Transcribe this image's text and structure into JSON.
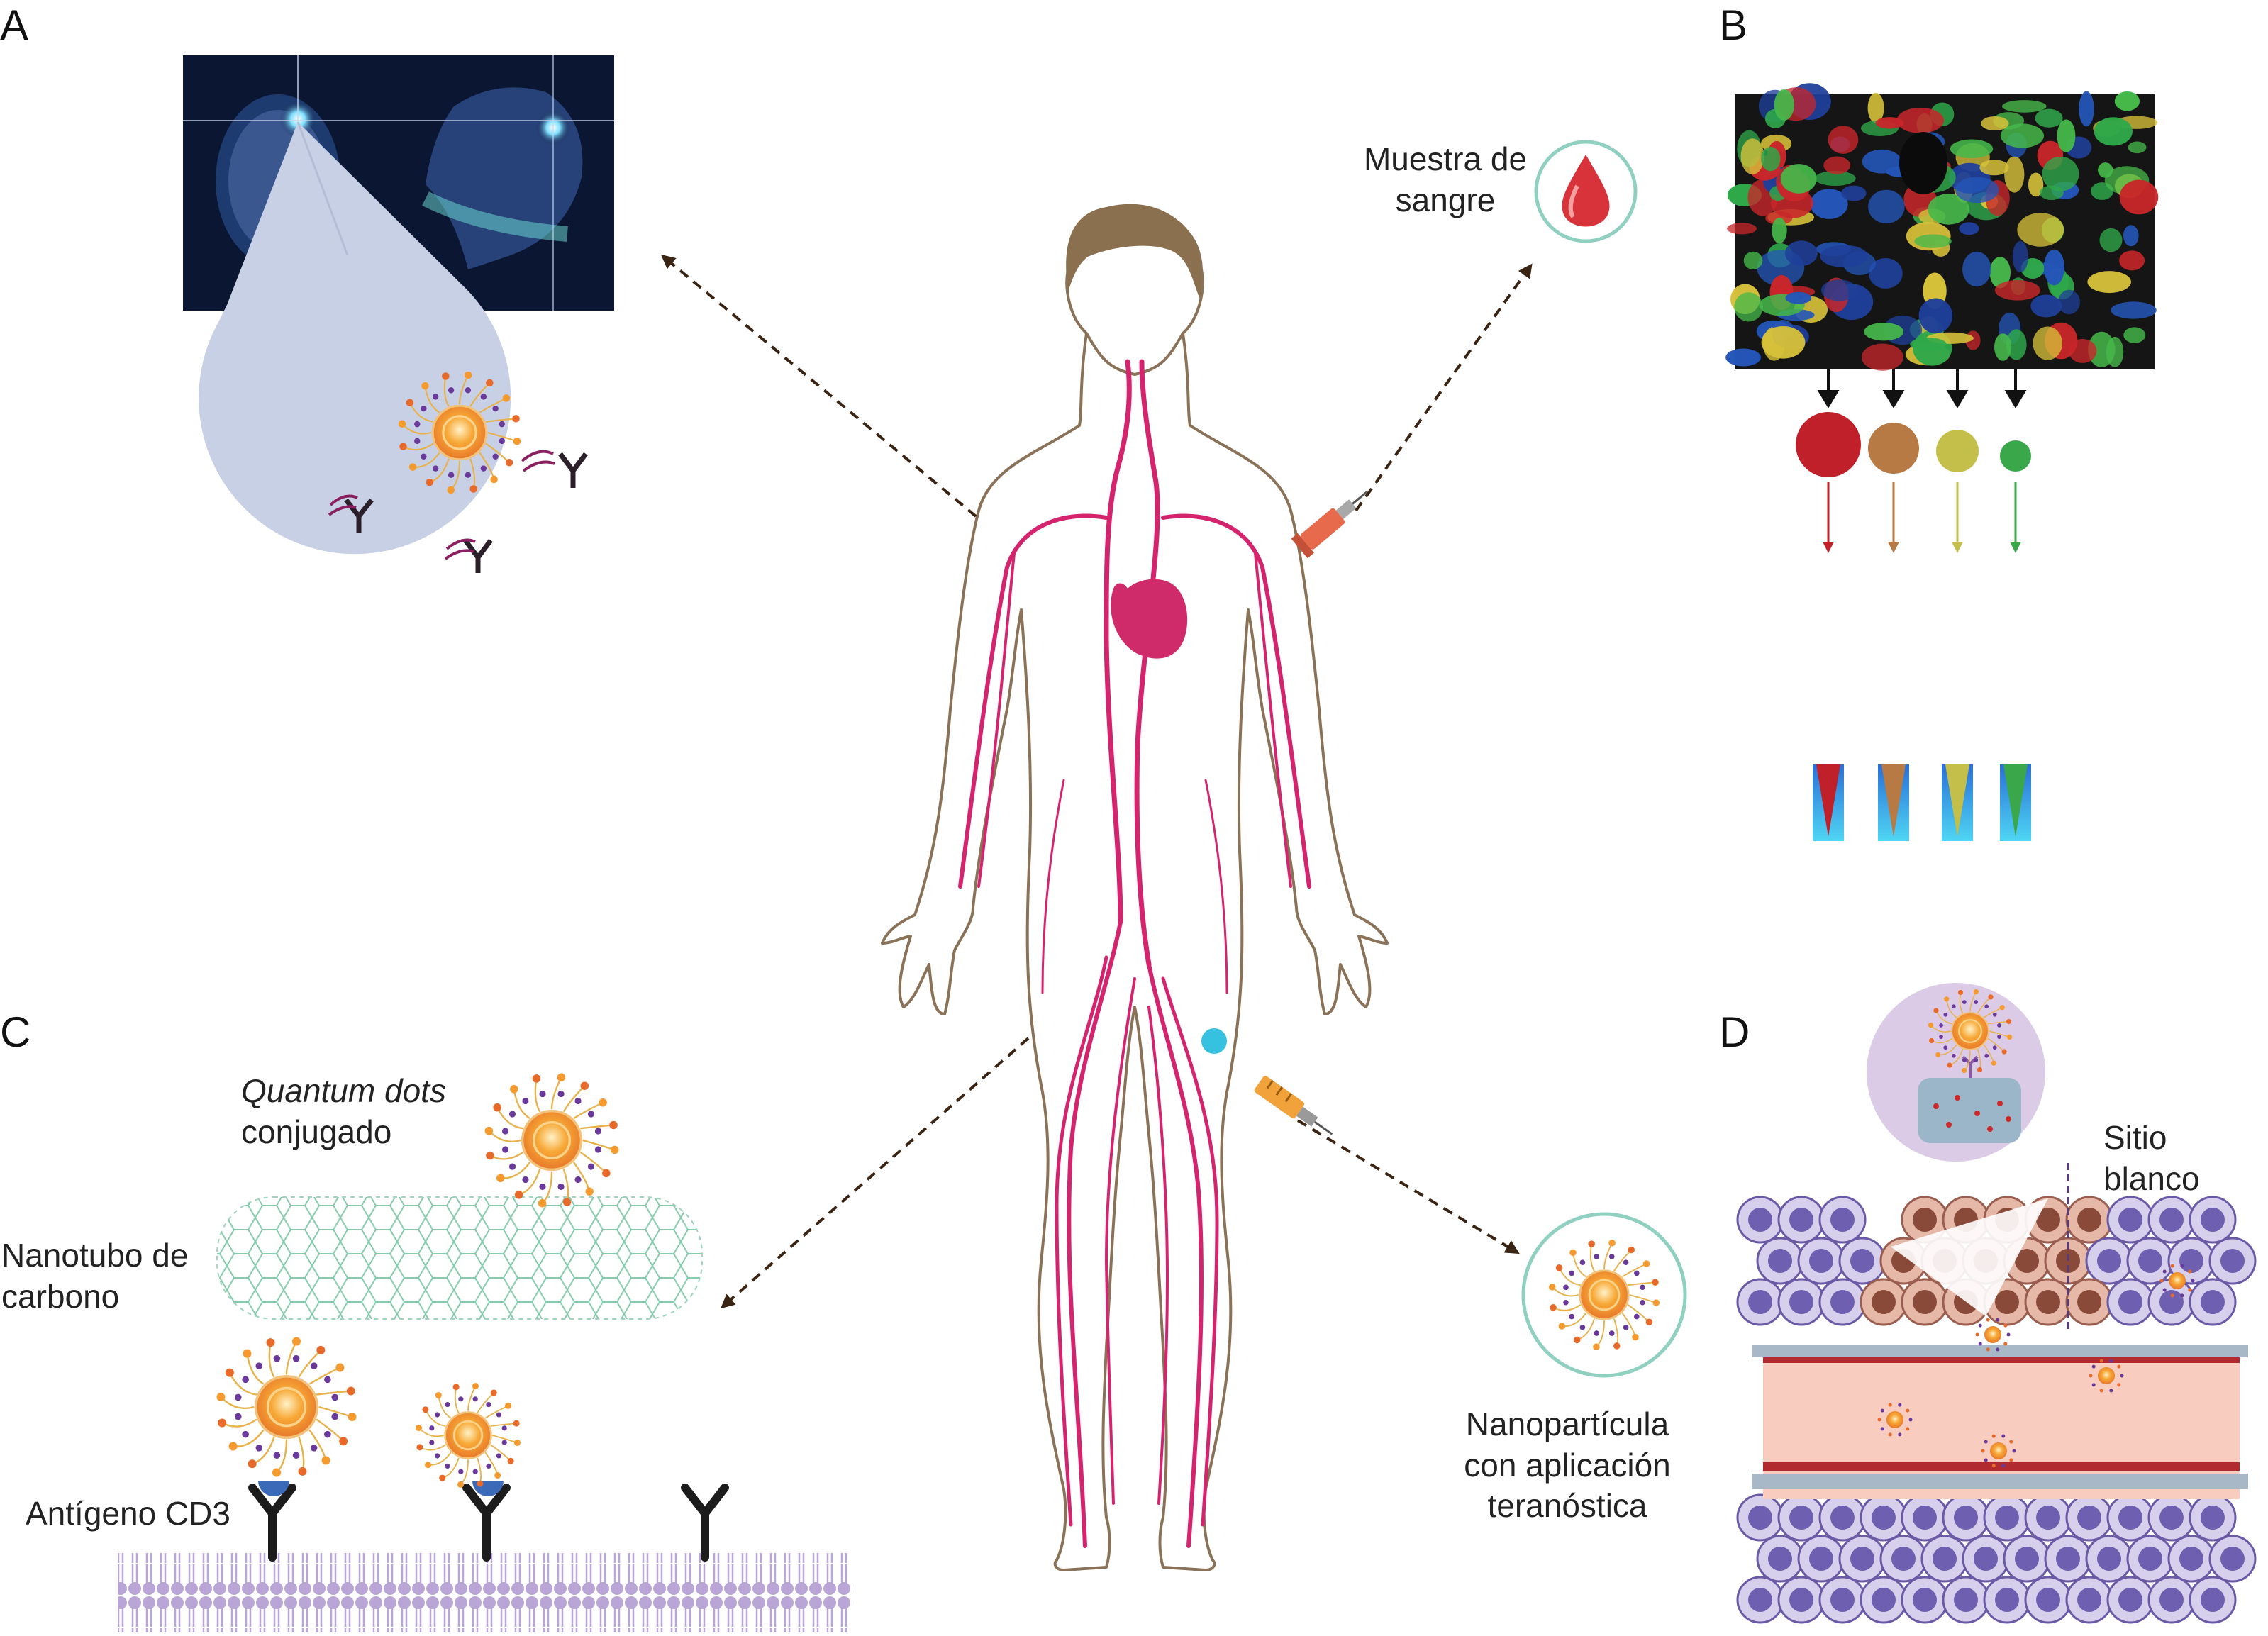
{
  "panels": {
    "a": "A",
    "b": "B",
    "c": "C",
    "d": "D"
  },
  "labels": {
    "blood_sample_l1": "Muestra de",
    "blood_sample_l2": "sangre",
    "quantum_l1": "Quantum dots",
    "quantum_l2": "conjugado",
    "nanotube_l1": "Nanotubo de",
    "nanotube_l2": "carbono",
    "antigen": "Antígeno CD3",
    "nanoparticle_l1": "Nanopartícula",
    "nanoparticle_l2": "con aplicación",
    "nanoparticle_l3": "teranóstica",
    "target_l1": "Sitio",
    "target_l2": "blanco"
  },
  "icons": [
    "brain-scan-image",
    "blood-drop-icon",
    "antibody-icon",
    "nanoparticle-icon",
    "syringe-icon",
    "heart-icon",
    "cell-icon",
    "carbon-nanotube"
  ],
  "colors": {
    "vessels": "#d4246e",
    "heart": "#cf2a6a",
    "body_outline": "#8a7258",
    "hair": "#8b7050",
    "nanoparticle_core": "#f59a2e",
    "lens_fill": "#c8d0e6",
    "cell_purple": "#7c6db8",
    "cell_brown": "#b87a68",
    "vessel_lumen": "#f8cdbf",
    "vessel_wall": "#a8b8c6",
    "bars": [
      "#c0202a",
      "#b87a45",
      "#c4bf4a",
      "#3aa84a"
    ]
  }
}
